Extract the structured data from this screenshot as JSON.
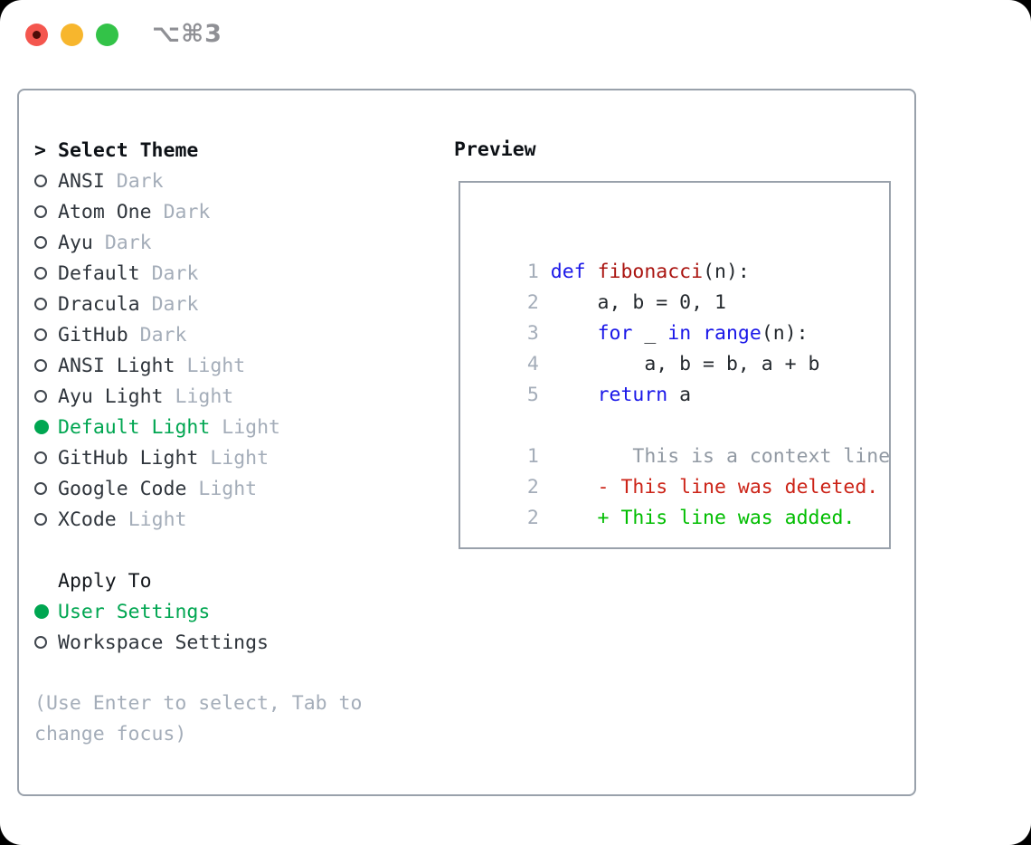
{
  "window": {
    "title": "⌥⌘3"
  },
  "colors": {
    "selection_green": "#00a651",
    "diff_added_green": "#00bd00",
    "diff_deleted_red": "#cc2418",
    "keyword_blue": "#1a17e8",
    "function_red": "#aa1410",
    "muted_gray": "#a4adb9",
    "context_gray": "#9199a3",
    "text_dark": "#24292e",
    "border_gray": "#99a1ab",
    "traffic_red": "#f4564e",
    "traffic_yellow": "#f7b62d",
    "traffic_green": "#33c348",
    "title_gray": "#8f9095"
  },
  "theme_picker": {
    "header_prefix": ">",
    "header": "Select Theme",
    "items": [
      {
        "name": "ANSI",
        "variant": "Dark",
        "selected": false
      },
      {
        "name": "Atom One",
        "variant": "Dark",
        "selected": false
      },
      {
        "name": "Ayu",
        "variant": "Dark",
        "selected": false
      },
      {
        "name": "Default",
        "variant": "Dark",
        "selected": false
      },
      {
        "name": "Dracula",
        "variant": "Dark",
        "selected": false
      },
      {
        "name": "GitHub",
        "variant": "Dark",
        "selected": false
      },
      {
        "name": "ANSI Light",
        "variant": "Light",
        "selected": false
      },
      {
        "name": "Ayu Light",
        "variant": "Light",
        "selected": false
      },
      {
        "name": "Default Light",
        "variant": "Light",
        "selected": true
      },
      {
        "name": "GitHub Light",
        "variant": "Light",
        "selected": false
      },
      {
        "name": "Google Code",
        "variant": "Light",
        "selected": false
      },
      {
        "name": "XCode",
        "variant": "Light",
        "selected": false
      }
    ]
  },
  "apply_to": {
    "header": "Apply To",
    "options": [
      {
        "name": "User Settings",
        "selected": true
      },
      {
        "name": "Workspace Settings",
        "selected": false
      }
    ]
  },
  "hint": "(Use Enter to select, Tab to change focus)",
  "preview": {
    "title": "Preview",
    "lines": [
      {
        "num": "1",
        "segments": [
          {
            "t": "def",
            "c": "kw"
          },
          {
            "t": " ",
            "c": "def"
          },
          {
            "t": "fibonacci",
            "c": "fn"
          },
          {
            "t": "(n):",
            "c": "def"
          }
        ]
      },
      {
        "num": "2",
        "segments": [
          {
            "t": "    a, b = 0, 1",
            "c": "def"
          }
        ]
      },
      {
        "num": "3",
        "segments": [
          {
            "t": "    ",
            "c": "def"
          },
          {
            "t": "for",
            "c": "kw"
          },
          {
            "t": " _ ",
            "c": "def"
          },
          {
            "t": "in",
            "c": "kw"
          },
          {
            "t": " ",
            "c": "def"
          },
          {
            "t": "range",
            "c": "kw"
          },
          {
            "t": "(n):",
            "c": "def"
          }
        ]
      },
      {
        "num": "4",
        "segments": [
          {
            "t": "        a, b = b, a + b",
            "c": "def"
          }
        ]
      },
      {
        "num": "5",
        "segments": [
          {
            "t": "    ",
            "c": "def"
          },
          {
            "t": "return",
            "c": "kw"
          },
          {
            "t": " a",
            "c": "def"
          }
        ]
      },
      {
        "num": "",
        "segments": []
      },
      {
        "num": "1",
        "segments": [
          {
            "t": "       This is a context line.",
            "c": "ctx"
          }
        ]
      },
      {
        "num": "2",
        "segments": [
          {
            "t": "    - This line was deleted.",
            "c": "del"
          }
        ]
      },
      {
        "num": "2",
        "segments": [
          {
            "t": "    + This line was added.",
            "c": "add"
          }
        ]
      }
    ]
  }
}
